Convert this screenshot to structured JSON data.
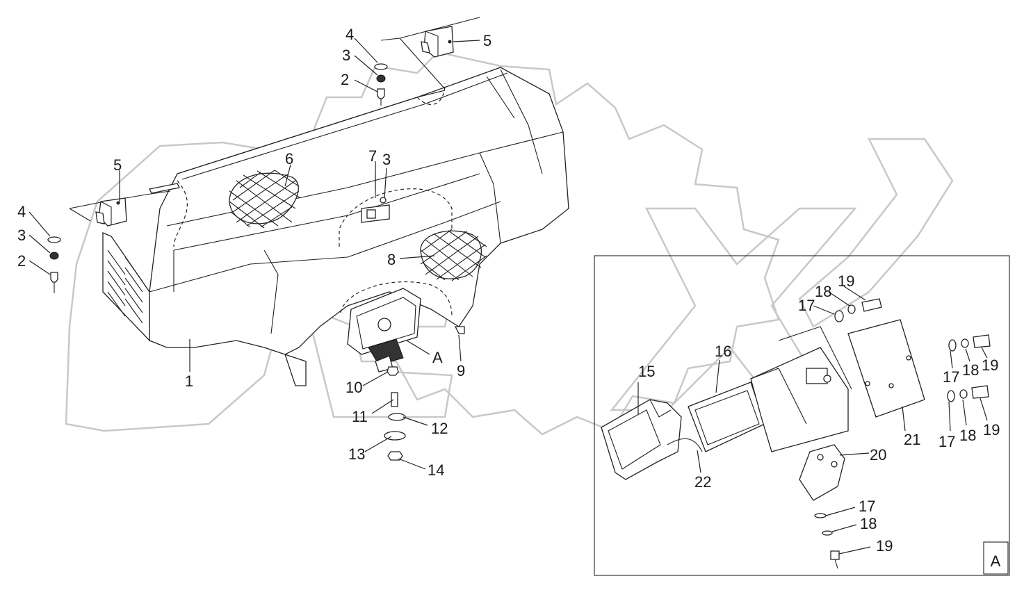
{
  "diagram": {
    "detail_view_label": "A",
    "callouts": {
      "c4a": "4",
      "c3a": "3",
      "c2a": "2",
      "c5a": "5",
      "c5b": "5",
      "c4b": "4",
      "c3b": "3",
      "c2b": "2",
      "c6": "6",
      "c7": "7",
      "c3c": "3",
      "c8": "8",
      "c1": "1",
      "cA": "A",
      "c9": "9",
      "c10": "10",
      "c11": "11",
      "c12": "12",
      "c13": "13",
      "c14": "14",
      "c15": "15",
      "c16": "16",
      "c22": "22",
      "c20": "20",
      "c21": "21",
      "c17a": "17",
      "c18a": "18",
      "c19a": "19",
      "c17b": "17",
      "c18b": "18",
      "c19b": "19",
      "c17c": "17",
      "c18c": "18",
      "c19c": "19",
      "c17d": "17",
      "c18d": "18",
      "c19d": "19"
    }
  }
}
